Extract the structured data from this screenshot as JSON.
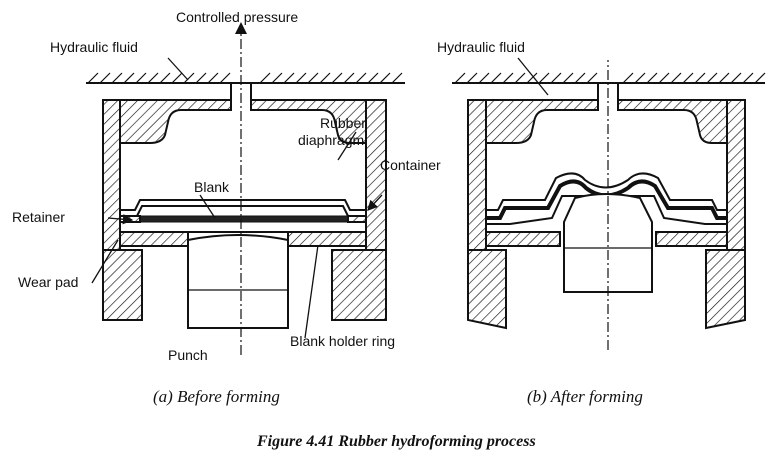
{
  "labels": {
    "controlled_pressure": "Controlled pressure",
    "hydraulic_fluid_a": "Hydraulic fluid",
    "hydraulic_fluid_b": "Hydraulic fluid",
    "rubber": "Rubber",
    "diaphragm": "diaphragm",
    "container": "Container",
    "blank": "Blank",
    "retainer": "Retainer",
    "wear_pad": "Wear pad",
    "blank_holder_ring": "Blank holder ring",
    "punch": "Punch"
  },
  "captions": {
    "a": "(a) Before forming",
    "b": "(b) After forming",
    "figure": "Figure 4.41 Rubber hydroforming process"
  }
}
